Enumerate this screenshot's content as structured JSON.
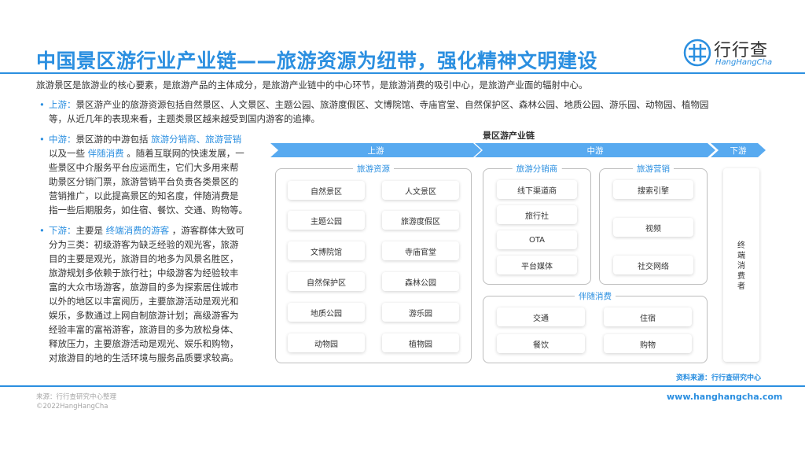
{
  "header": {
    "title": "中国景区游行业产业链——旅游资源为纽带，强化精神文明建设",
    "logo_cn": "行行查",
    "logo_en": "HangHangCha"
  },
  "intro": "旅游景区是旅游业的核心要素，是旅游产品的主体成分，是旅游产业链中的中心环节，是旅游消费的吸引中心，是旅游产业面的辐射中心。",
  "bullets": {
    "upstream": {
      "label": "上游：",
      "line1": "景区游产业的旅游资源包括自然景区、人文景区、主题公园、旅游度假区、文博院馆、寺庙官堂、自然保护区、森林公园、地质公园、游乐园、动物园、植物园",
      "line2": "等，从近几年的表现来看，主题类景区越来越受到国内游客的追捧。"
    },
    "midstream": {
      "label": "中游：",
      "l1a": "景区游的中游包括 ",
      "l1hl": "旅游分销商、旅游营销",
      "l2a": "以及一些 ",
      "l2hl": "伴随消费",
      "l2b": " 。随着互联网的快速发展，一",
      "l3": "些景区中介服务平台应运而生，它们大多用来帮",
      "l4": "助景区分销门票，旅游营销平台负责各类景区的",
      "l5": "营销推广，以此提高景区的知名度，伴随消费是",
      "l6": "指一些后期服务，如住宿、餐饮、交通、购物等。"
    },
    "downstream": {
      "label": "下游：",
      "l1a": "主要是 ",
      "l1hl": "终端消费的游客",
      "l1b": " ，游客群体大致可",
      "l2": "分为三类：初级游客为缺乏经验的观光客，旅游",
      "l3": "目的主要是观光，旅游目的地多为风景名胜区，",
      "l4": "旅游规划多依赖于旅行社；中级游客为经验较丰",
      "l5": "富的大众市场游客，旅游目的多为探索居住城市",
      "l6": "以外的地区以丰富阅历，主要旅游活动是观光和",
      "l7": "娱乐，多数通过上网自制旅游计划；高级游客为",
      "l8": "经验丰富的富裕游客，旅游目的多为放松身体、",
      "l9": "释放压力，主要旅游活动是观光、娱乐和购物，",
      "l10": "对旅游目的地的生活环境与服务品质要求较高。"
    }
  },
  "diagram": {
    "title": "景区游产业链",
    "stages": {
      "up": "上游",
      "mid": "中游",
      "down": "下游"
    },
    "resources": {
      "label": "旅游资源",
      "items": [
        "自然景区",
        "人文景区",
        "主题公园",
        "旅游度假区",
        "文博院馆",
        "寺庙官堂",
        "自然保护区",
        "森林公园",
        "地质公园",
        "游乐园",
        "动物园",
        "植物园"
      ]
    },
    "distributors": {
      "label": "旅游分销商",
      "items": [
        "线下渠道商",
        "旅行社",
        "OTA",
        "平台媒体"
      ]
    },
    "marketing": {
      "label": "旅游营销",
      "items": [
        "搜索引擎",
        "视频",
        "社交网络"
      ]
    },
    "consumption": {
      "label": "伴随消费",
      "items": [
        "交通",
        "住宿",
        "餐饮",
        "购物"
      ]
    },
    "end": [
      "终",
      "端",
      "消",
      "费",
      "者"
    ]
  },
  "source": "资料来源：行行查研究中心",
  "footer": {
    "source": "来源：行行查研究中心整理",
    "copyright": "©2022HangHangCha",
    "site": "www.hanghangcha.com"
  },
  "colors": {
    "accent": "#2b8fe0",
    "arrow": "#58aaf0",
    "border": "#bdbdbd"
  }
}
